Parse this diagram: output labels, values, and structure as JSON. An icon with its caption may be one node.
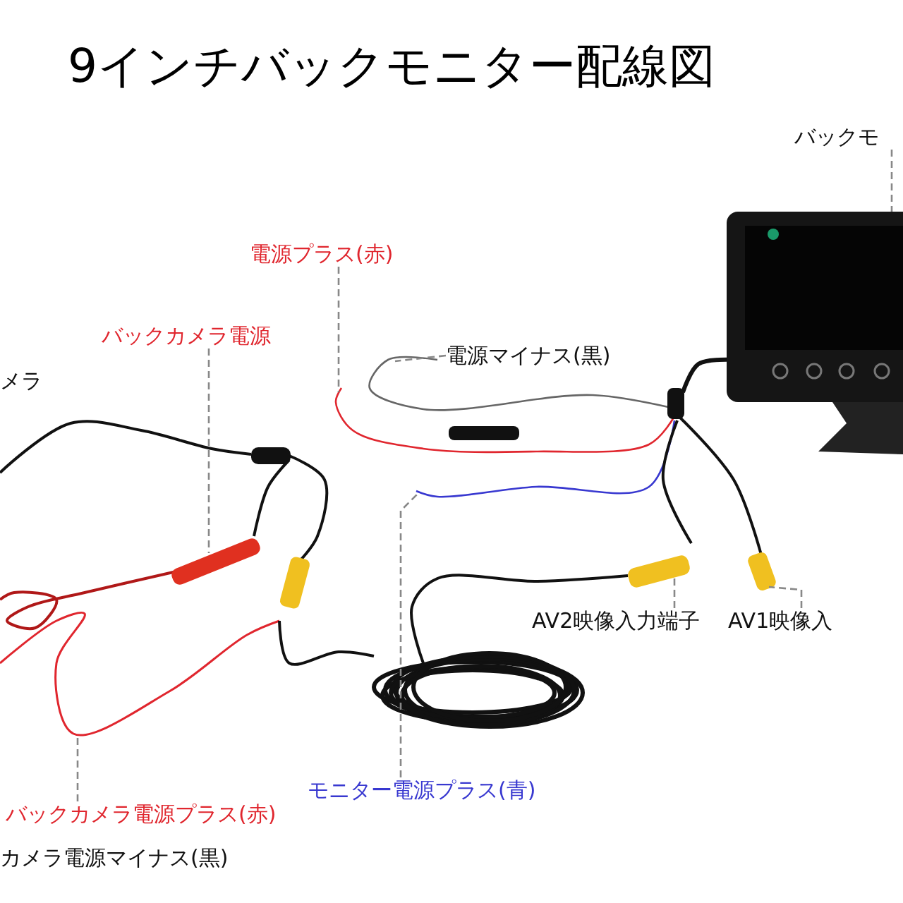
{
  "diagram": {
    "title": "9インチバックモニター配線図",
    "nodes": [
      {
        "text": [
          "バックモ"
        ]
      },
      {
        "text": [
          "電源プラス(赤)"
        ]
      },
      {
        "text": [
          "バックカメラ電源"
        ]
      },
      {
        "text": [
          "電源マイナス(黒)"
        ]
      },
      {
        "text": [
          "AV2映像入力端子"
        ]
      },
      {
        "text": [
          "AV1映像入"
        ]
      },
      {
        "text": [
          "モニター電源プラス(青)"
        ]
      },
      {
        "text": [
          "バックカメラ電源プラス(赤)"
        ]
      },
      {
        "text": [],
        "shape": "picture"
      }
    ],
    "edges": [
      {
        "from": 0,
        "to": 8,
        "arrow": "none"
      },
      {
        "from": 1,
        "to": null,
        "arrow": "none"
      },
      {
        "from": 2,
        "to": null,
        "arrow": "none"
      },
      {
        "from": 3,
        "to": null,
        "arrow": "none"
      },
      {
        "from": 4,
        "to": null,
        "arrow": "none"
      },
      {
        "from": 5,
        "to": null,
        "arrow": "none"
      },
      {
        "from": 6,
        "to": null,
        "arrow": "none"
      },
      {
        "from": 7,
        "to": null,
        "arrow": "none"
      }
    ],
    "labels": [
      "メラ",
      "カメラ電源マイナス(黒)"
    ]
  }
}
